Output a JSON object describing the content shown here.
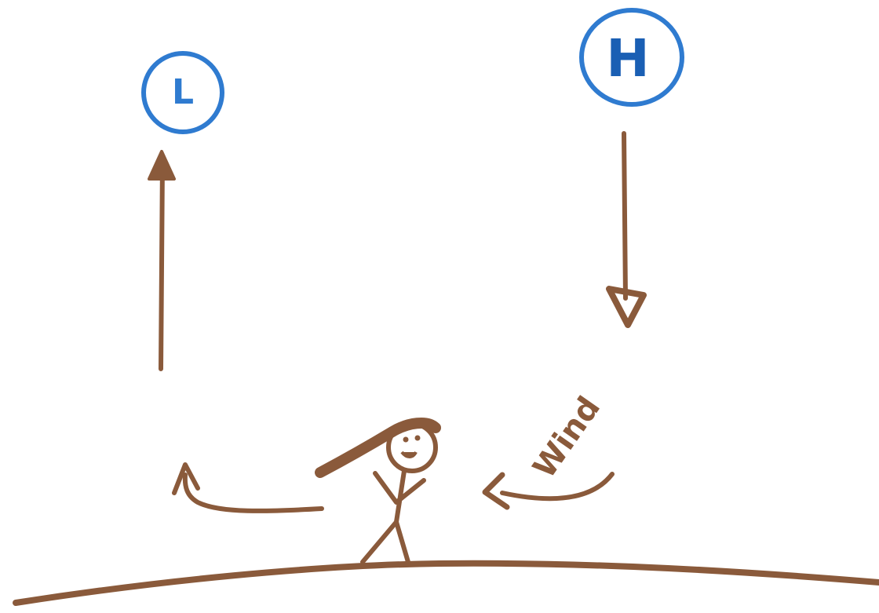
{
  "low_pressure": {
    "label": "L"
  },
  "high_pressure": {
    "label": "H"
  },
  "wind": {
    "label": "Wind"
  },
  "colors": {
    "pressure_circle": "#2f7bd0",
    "pressure_letter": "#1a5fb4",
    "marker_brown": "#8a5a3b",
    "background": "#ffffff"
  },
  "icons": {
    "rising_air": "arrow-up-icon",
    "sinking_air": "arrow-down-icon",
    "surface_flow_left": "curved-arrow-left-icon",
    "wind_arrow": "curved-arrow-left-icon",
    "person": "stick-figure-icon"
  }
}
